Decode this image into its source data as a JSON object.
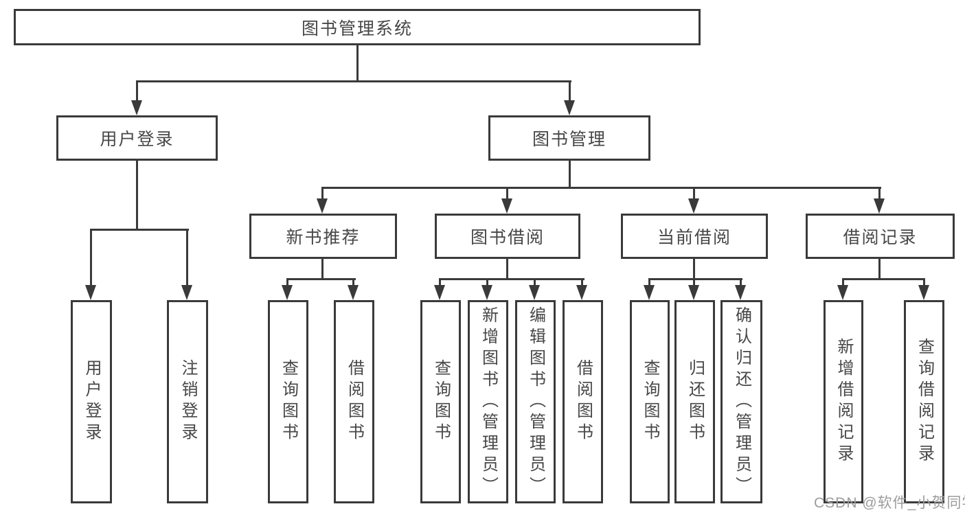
{
  "diagram": {
    "root": {
      "label": "图书管理系统"
    },
    "level2": [
      {
        "label": "用户登录"
      },
      {
        "label": "图书管理"
      }
    ],
    "level3": [
      {
        "label": "新书推荐",
        "parent": "图书管理"
      },
      {
        "label": "图书借阅",
        "parent": "图书管理"
      },
      {
        "label": "当前借阅",
        "parent": "图书管理"
      },
      {
        "label": "借阅记录",
        "parent": "图书管理"
      }
    ],
    "leaves": [
      {
        "label": "用户登录",
        "parent": "用户登录"
      },
      {
        "label": "注销登录",
        "parent": "用户登录"
      },
      {
        "label": "查询图书",
        "parent": "新书推荐"
      },
      {
        "label": "借阅图书",
        "parent": "新书推荐"
      },
      {
        "label": "查询图书",
        "parent": "图书借阅"
      },
      {
        "label": "新增图书（管理员）",
        "parent": "图书借阅"
      },
      {
        "label": "编辑图书（管理员）",
        "parent": "图书借阅"
      },
      {
        "label": "借阅图书",
        "parent": "图书借阅"
      },
      {
        "label": "查询图书",
        "parent": "当前借阅"
      },
      {
        "label": "归还图书",
        "parent": "当前借阅"
      },
      {
        "label": "确认归还（管理员）",
        "parent": "当前借阅"
      },
      {
        "label": "新增借阅记录",
        "parent": "借阅记录"
      },
      {
        "label": "查询借阅记录",
        "parent": "借阅记录"
      }
    ],
    "colors": {
      "line": "#3a3a3a",
      "box_border": "#3a3a3a",
      "text": "#474747",
      "background": "#ffffff",
      "watermark_text": "#9c9c9c"
    }
  },
  "watermark": {
    "text": "CSDN @软件_小贺同学"
  }
}
